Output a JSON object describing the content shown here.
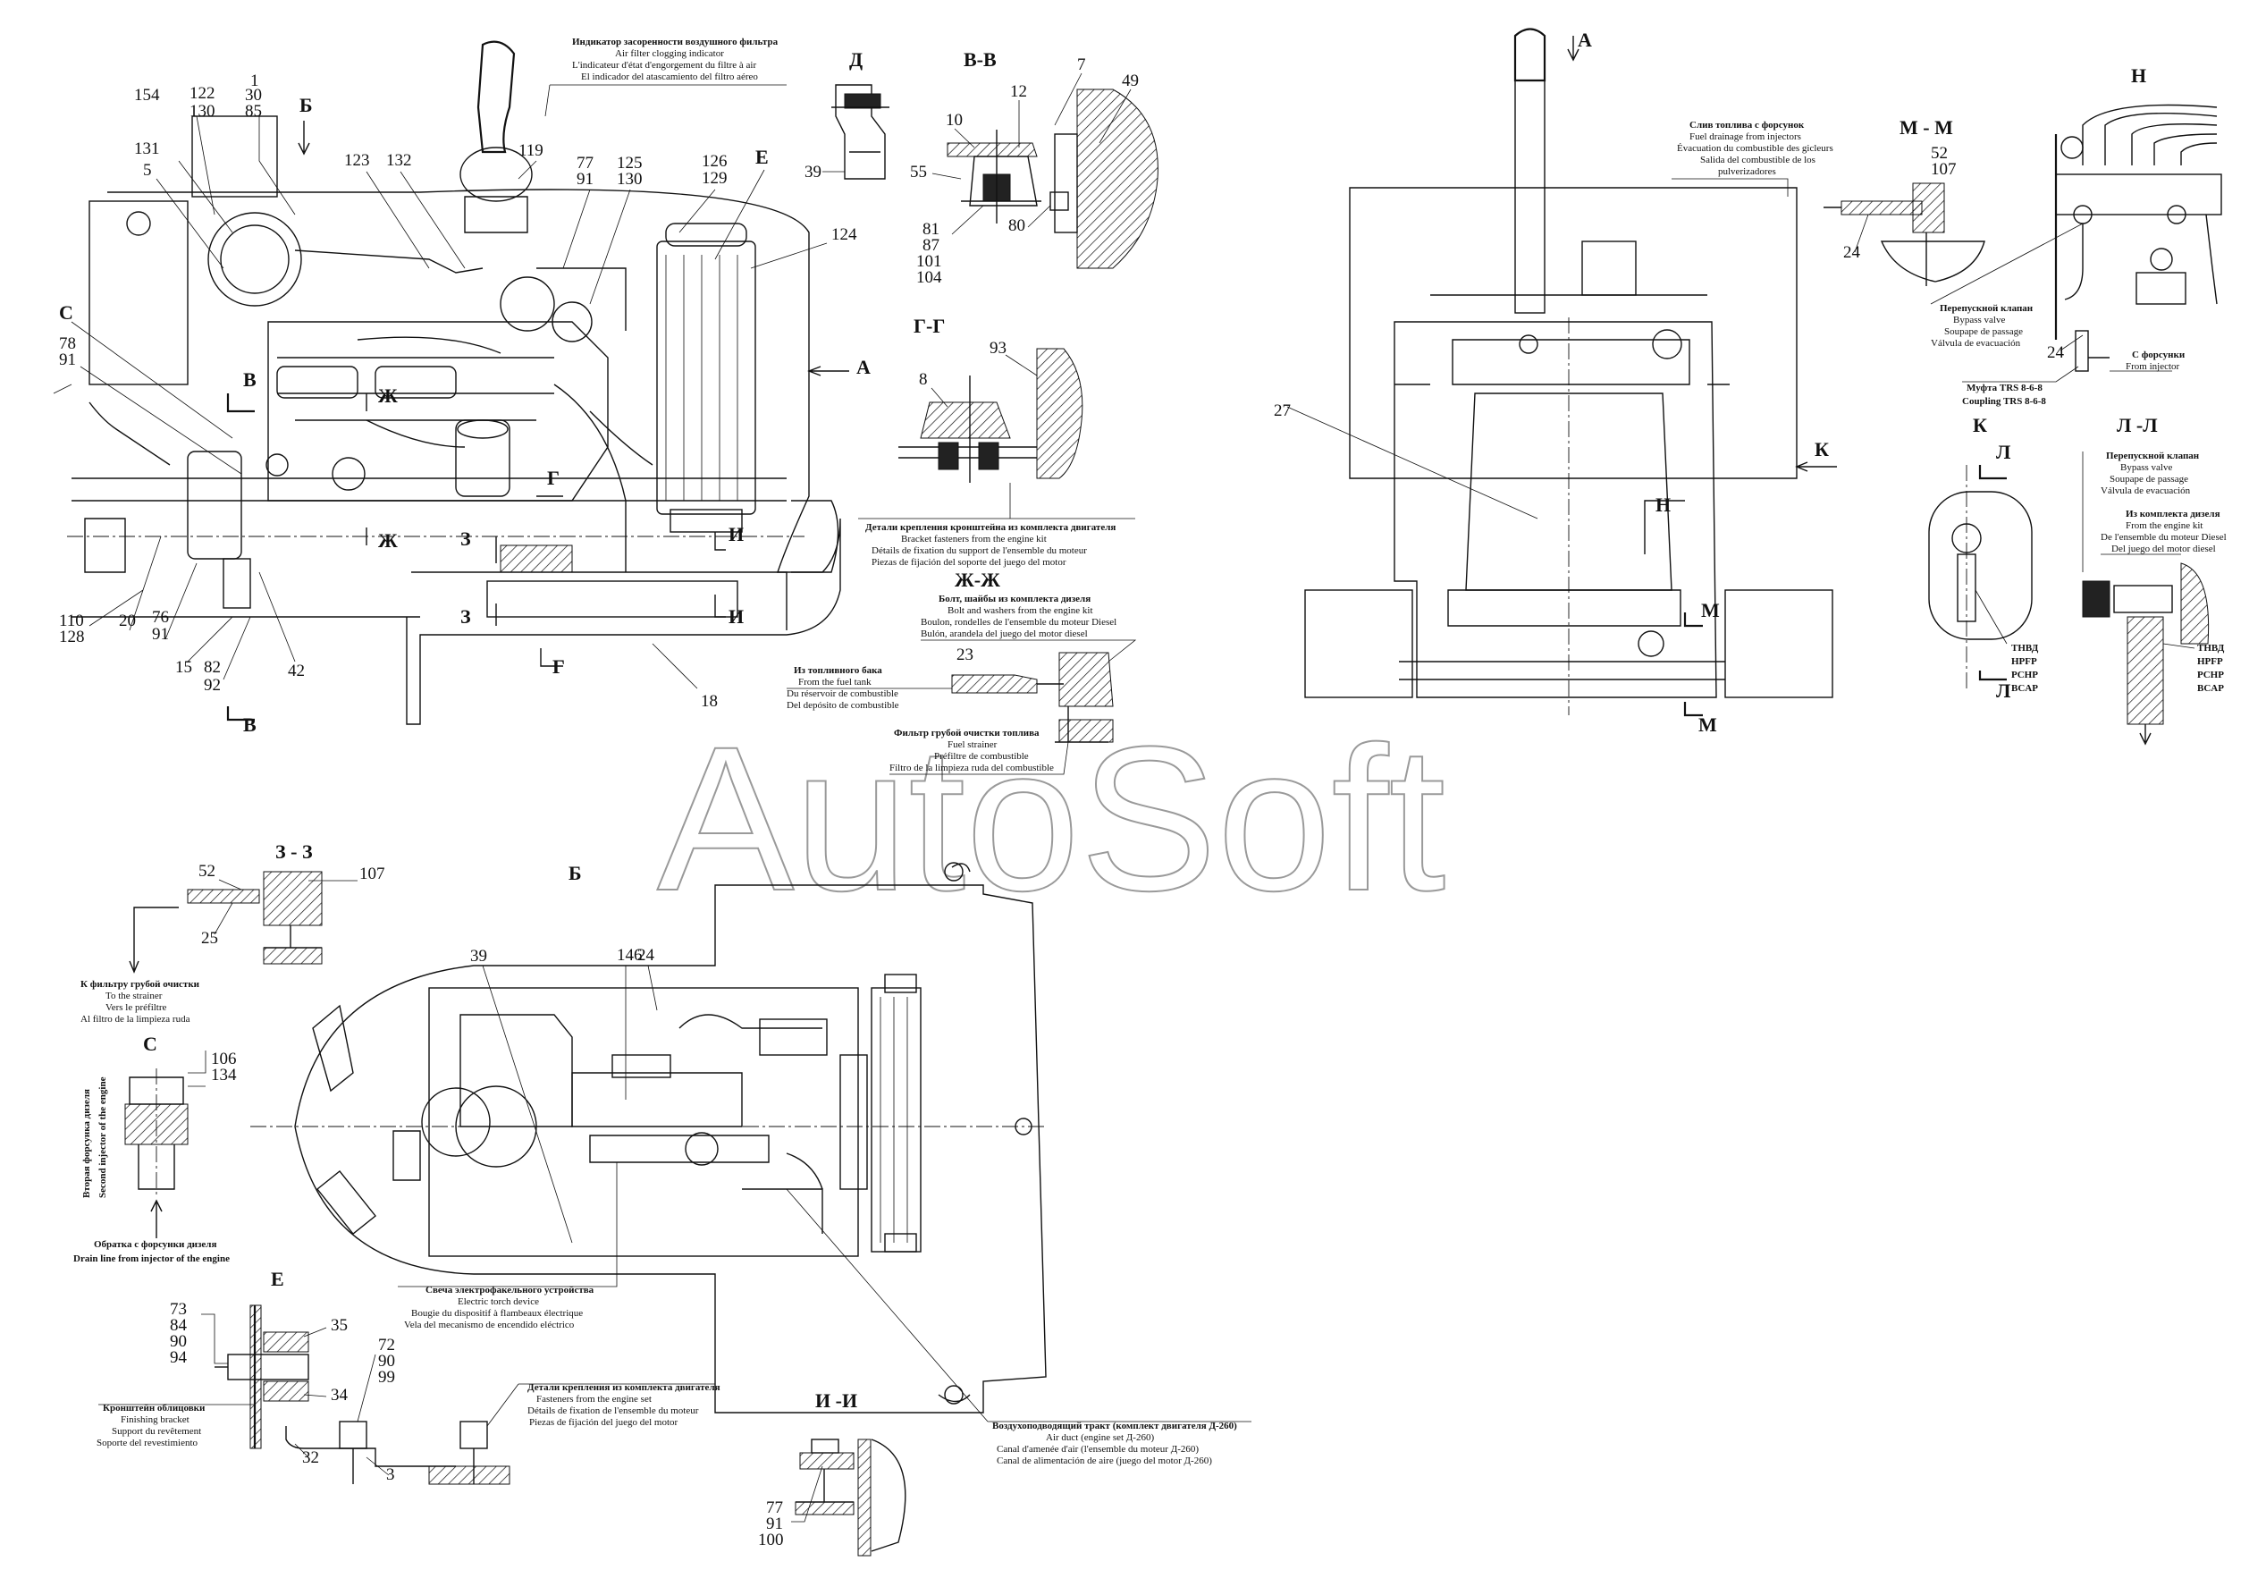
{
  "watermark": "AutoSoft",
  "section_titles": {
    "d": "Д",
    "vv": "В-В",
    "b_top": "Б",
    "a_top": "А",
    "n": "Н",
    "mm": "М - М",
    "gg": "Г-Г",
    "k": "К",
    "ll": "Л -Л",
    "zhzh": "Ж-Ж",
    "zz": "З - З",
    "b_bottom": "Б",
    "c": "С",
    "e": "Е",
    "ii": "И -И"
  },
  "view_markers": {
    "a_arrow": "А",
    "v1": "В",
    "v2": "В",
    "zh1": "Ж",
    "zh2": "Ж",
    "z1": "З",
    "z2": "З",
    "g1": "Г",
    "g2": "Г",
    "i1": "И",
    "i2": "И",
    "c_side": "С",
    "e_side": "Е",
    "k_side": "К",
    "n_side": "Н",
    "m1": "М",
    "m2": "М",
    "l1": "Л",
    "l2": "Л"
  },
  "callouts_main": {
    "n1": "1",
    "n30": "30",
    "n85": "85",
    "n154": "154",
    "n122": "122",
    "n130a": "130",
    "n131": "131",
    "n5": "5",
    "n123": "123",
    "n132": "132",
    "n119": "119",
    "n77": "77",
    "n91a": "91",
    "n125": "125",
    "n130b": "130",
    "n126": "126",
    "n129": "129",
    "n124": "124",
    "n78": "78",
    "n91b": "91",
    "n110": "110",
    "n128": "128",
    "n20": "20",
    "n76": "76",
    "n91c": "91",
    "n15": "15",
    "n82": "82",
    "n92": "92",
    "n42": "42",
    "n18": "18",
    "n27": "27"
  },
  "callouts_details": {
    "d39": "39",
    "v12": "12",
    "v7": "7",
    "v49": "49",
    "v10": "10",
    "v55": "55",
    "v81": "81",
    "v87": "87",
    "v101": "101",
    "v104": "104",
    "v80": "80",
    "g93": "93",
    "g8": "8",
    "zh23": "23",
    "m52": "52",
    "m107": "107",
    "m24": "24",
    "n24": "24",
    "z52": "52",
    "z107": "107",
    "z25": "25",
    "b39": "39",
    "b146": "146",
    "b24": "24",
    "c106": "106",
    "c134": "134",
    "e73": "73",
    "e84": "84",
    "e90": "90",
    "e94": "94",
    "e35": "35",
    "e34": "34",
    "e72": "72",
    "e90b": "90",
    "e99": "99",
    "e32": "32",
    "e3": "3",
    "i77": "77",
    "i91": "91",
    "i100": "100"
  },
  "notes": {
    "air_filter": [
      "Индикатор засоренности воздушного фильтра",
      "Air filter clogging indicator",
      "L'indicateur d'état d'engorgement du filtre à air",
      "El indicador del atascamiento del filtro aéreo"
    ],
    "drain_injectors": [
      "Слив топлива с форсунок",
      "Fuel drainage from injectors",
      "Évacuation du combustible des gicleurs",
      "Salida del combustible de los",
      "pulverizadores"
    ],
    "bypass_n": [
      "Перепускной клапан",
      "Bypass valve",
      "Soupape de passage",
      "Válvula de evacuación"
    ],
    "from_injector": [
      "С форсунки",
      "From injector"
    ],
    "coupling": [
      "Муфта TRS 8-6-8",
      "Coupling TRS 8-6-8"
    ],
    "bracket_fasteners": [
      "Детали крепления кронштейна из комплекта двигателя",
      "Bracket fasteners from the engine kit",
      "Détails de fixation du support de l'ensemble du moteur",
      "Piezas de fijación del soporte del juego del motor"
    ],
    "bolt_washers": [
      "Болт, шайбы из комплекта дизеля",
      "Bolt and washers from the engine kit",
      "Boulon, rondelles de l'ensemble du moteur Diesel",
      "Bulón, arandela del juego del motor diesel"
    ],
    "from_tank": [
      "Из топливного бака",
      "From the fuel tank",
      "Du réservoir de combustible",
      "Del depósito de combustible"
    ],
    "fuel_strainer": [
      "Фильтр грубой очистки топлива",
      "Fuel strainer",
      "Préfiltre de combustible",
      "Filtro de la limpieza ruda del combustible"
    ],
    "bypass_l": [
      "Перепускной клапан",
      "Bypass valve",
      "Soupape de passage",
      "Válvula de evacuación"
    ],
    "from_engine_kit_l": [
      "Из комплекта дизеля",
      "From the engine kit",
      "De l'ensemble du moteur Diesel",
      "Del juego del motor diesel"
    ],
    "pump_k": [
      "ТНВД",
      "HPFP",
      "PCHP",
      "BCAP"
    ],
    "pump_l": [
      "ТНВД",
      "HPFP",
      "PCHP",
      "BCAP"
    ],
    "to_strainer": [
      "К фильтру грубой очистки",
      "To the strainer",
      "Vers le préfiltre",
      "Al filtro de la limpieza ruda"
    ],
    "second_injector": [
      "Вторая форсунка дизеля",
      "Second injector of the engine"
    ],
    "drain_line": [
      "Обратка с форсунки дизеля",
      "Drain line from injector of the engine"
    ],
    "torch_plug": [
      "Свеча электрофакельного устройства",
      "Electric torch device",
      "Bougie du dispositif à flambeaux électrique",
      "Vela del mecanismo de encendido eléctrico"
    ],
    "finishing_bracket": [
      "Кронштейн облицовки",
      "Finishing bracket",
      "Support du revêtement",
      "Soporte del revestimiento"
    ],
    "fasteners_engine_set": [
      "Детали крепления из комплекта двигателя",
      "Fasteners from the engine set",
      "Détails de fixation de l'ensemble du moteur",
      "Piezas de fijación del juego del motor"
    ],
    "air_duct": [
      "Воздухоподводящий тракт (комплект двигателя Д-260)",
      "Air duct (engine set Д-260)",
      "Canal d'amenée d'air (l'ensemble du moteur Д-260)",
      "Canal de alimentación de aire (juego del motor Д-260)"
    ]
  }
}
